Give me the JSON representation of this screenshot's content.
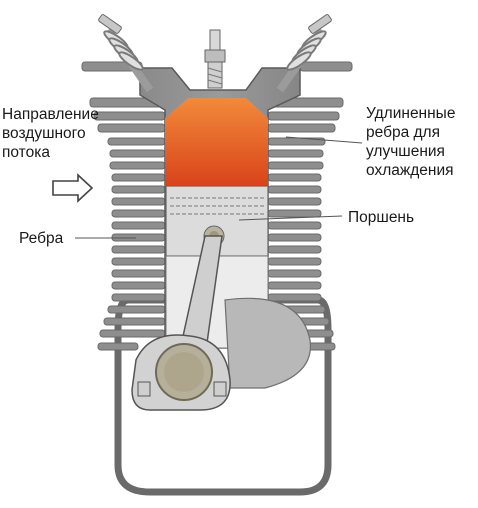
{
  "labels": {
    "airflow": [
      "Направление",
      "воздушного",
      "потока"
    ],
    "long_fins": [
      "Удлиненные",
      "ребра для",
      "улучшения",
      "охлаждения"
    ],
    "piston": "Поршень",
    "fins": "Ребра"
  },
  "colors": {
    "background": "#ffffff",
    "engine_body": "#8f8f8f",
    "engine_outline": "#5a5a5a",
    "combustion_top": "#f28a3a",
    "combustion_bottom": "#d9431a",
    "piston": "#d6d6d6",
    "crank_disc": "#b6b09a",
    "leader_line": "#555555"
  },
  "icons": [
    "right-arrow-icon"
  ]
}
